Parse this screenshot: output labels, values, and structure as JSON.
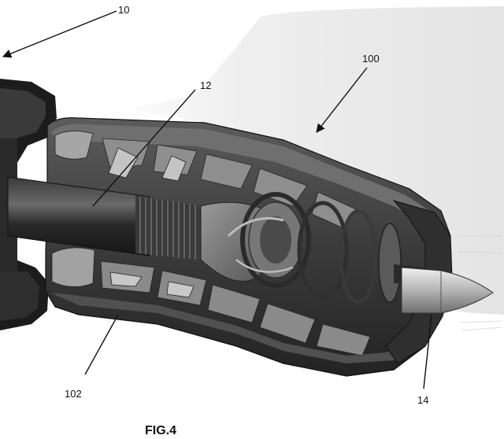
{
  "figure": {
    "caption": "FIG.4",
    "labels": {
      "assembly": "10",
      "suppressor": "100",
      "barrel": "12",
      "housing": "102",
      "projectile": "14"
    }
  },
  "colors": {
    "ink": "#111111",
    "background": "#ffffff",
    "haze": "#e9e9e9",
    "metal_dark": "#1c1c1c",
    "metal_mid": "#4a4a4a",
    "metal_light": "#8a8a8a",
    "metal_highlight": "#bdbdbd",
    "bullet": "#c8c8c8"
  },
  "icons": {
    "leader_arrow": "arrow-head-icon"
  }
}
